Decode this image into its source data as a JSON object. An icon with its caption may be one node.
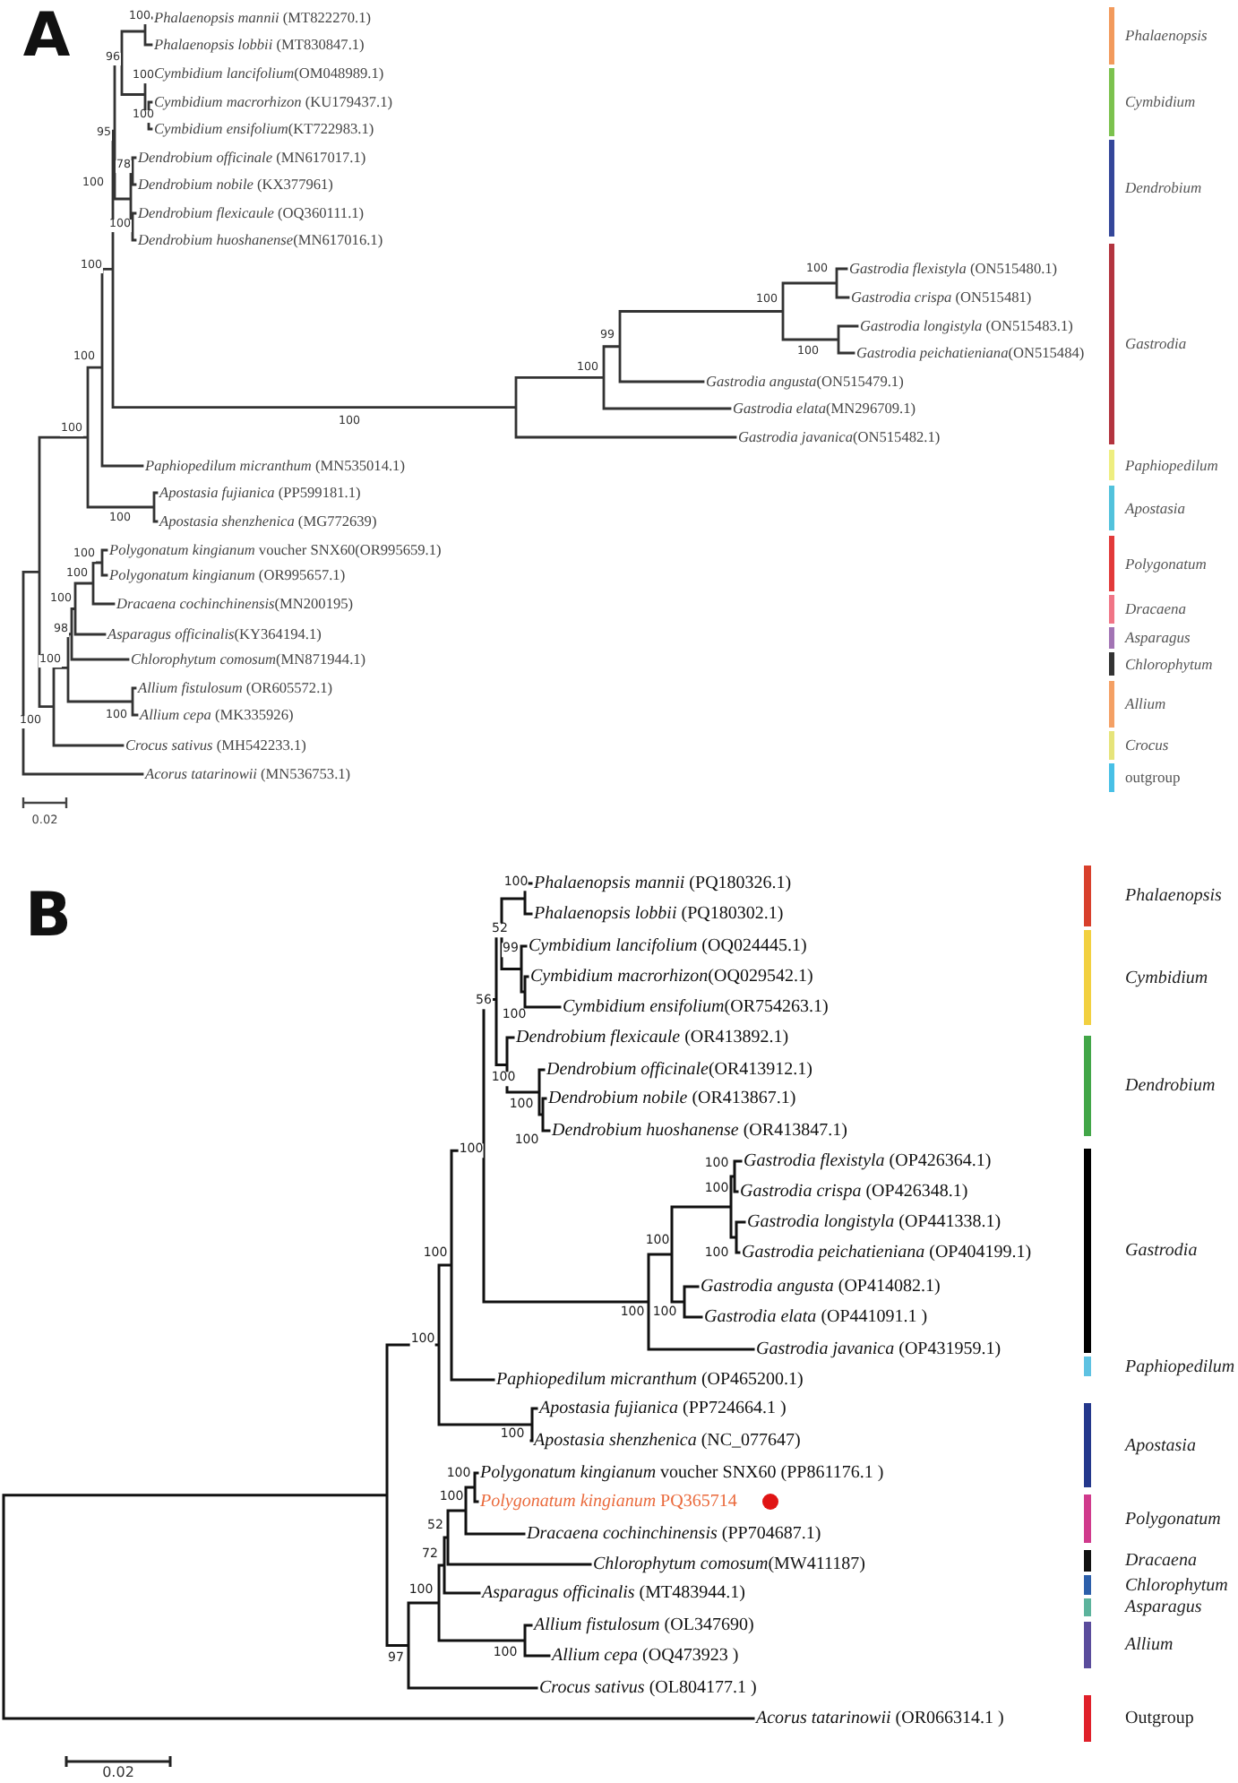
{
  "diagram": {
    "labels": [
      "A",
      "*Phalaenopsis mannii* (MT822270.1)",
      "*Phalaenopsis lobbii* (MT830847.1)",
      "*Cymbidium lancifolium*(OM048989.1)",
      "*Cymbidium macrorhizon* (KU179437.1)",
      "*Cymbidium ensifolium*(KT722983.1)",
      "*Dendrobium officinale* (MN617017.1)",
      "*Dendrobium nobile* (KX377961)",
      "*Dendrobium flexicaule* (OQ360111.1)",
      "*Dendrobium huoshanense*(MN617016.1)",
      "*Gastrodia flexistyla* (ON515480.1)",
      "*Gastrodia crispa* (ON515481)",
      "*Gastrodia longistyla* (ON515483.1)",
      "*Gastrodia peichatieniana*(ON515484)",
      "*Gastrodia angusta*(ON515479.1)",
      "*Gastrodia elata*(MN296709.1)",
      "*Gastrodia javanica*(ON515482.1)",
      "*Paphiopedilum micranthum* (MN535014.1)",
      "*Apostasia fujianica* (PP599181.1)",
      "*Apostasia shenzhenica* (MG772639)",
      "*Polygonatum kingianum* voucher SNX60(OR995659.1)",
      "*Polygonatum kingianum* (OR995657.1)",
      "*Dracaena cochinchinensis*(MN200195)",
      "*Asparagus officinalis*(KY364194.1)",
      "*Chlorophytum comosum*(MN871944.1)",
      "*Allium fistulosum* (OR605572.1)",
      "*Allium cepa* (MK335926)",
      "*Crocus sativus* (MH542233.1)",
      "*Acorus tatarinowii* (MN536753.1)",
      "100",
      "96",
      "100",
      "100",
      "95",
      "78",
      "100",
      "100",
      "100",
      "100",
      "100",
      "99",
      "100",
      "100",
      "100",
      "100",
      "100",
      "100",
      "100",
      "100",
      "100",
      "98",
      "100",
      "100",
      "100",
      "0.02",
      "B",
      "*Phalaenopsis mannii* (PQ180326.1)",
      "*Phalaenopsis lobbii* (PQ180302.1)",
      "*Cymbidium lancifolium* (OQ024445.1)",
      "*Cymbidium macrorhizon*(OQ029542.1)",
      "*Cymbidium ensifolium*(OR754263.1)",
      "*Dendrobium flexicaule* (OR413892.1)",
      "*Dendrobium officinale*(OR413912.1)",
      "*Dendrobium nobile* (OR413867.1)",
      "*Dendrobium huoshanense* (OR413847.1)",
      "*Gastrodia flexistyla* (OP426364.1)",
      "*Gastrodia crispa* (OP426348.1)",
      "*Gastrodia longistyla* (OP441338.1)",
      "*Gastrodia peichatieniana* (OP404199.1)",
      "*Gastrodia angusta* (OP414082.1)",
      "*Gastrodia elata* (OP441091.1 )",
      "*Gastrodia javanica* (OP431959.1)",
      "*Paphiopedilum micranthum* (OP465200.1)",
      "*Apostasia fujianica* (PP724664.1 )",
      "*Apostasia shenzhenica* (NC_077647)",
      "*Polygonatum kingianum* voucher SNX60 (PP861176.1 )",
      "*Polygonatum kingianum* PQ365714",
      "*Dracaena cochinchinensis* (PP704687.1)",
      "*Chlorophytum comosum*(MW411187)",
      "*Asparagus officinalis* (MT483944.1)",
      "*Allium fistulosum* (OL347690)",
      "*Allium cepa* (OQ473923 )",
      "*Crocus sativus* (OL804177.1 )",
      "*Acorus tatarinowii* (OR066314.1 )",
      "100",
      "52",
      "99",
      "56",
      "100",
      "100",
      "100",
      "100",
      "100",
      "100",
      "100",
      "100",
      "100",
      "100",
      "100",
      "100",
      "100",
      "100",
      "100",
      "100",
      "52",
      "72",
      "100",
      "100",
      "97",
      "0.02"
    ],
    "legend": [
      {
        "text": "Phalaenopsis",
        "color": "#f29a5c"
      },
      {
        "text": "Cymbidium",
        "color": "#7cc24e"
      },
      {
        "text": "Dendrobium",
        "color": "#34479a"
      },
      {
        "text": "Gastrodia",
        "color": "#b3343f"
      },
      {
        "text": "Paphiopedilum",
        "color": "#eeee80"
      },
      {
        "text": "Apostasia",
        "color": "#52c2dc"
      },
      {
        "text": "Polygonatum",
        "color": "#e23a3a"
      },
      {
        "text": "Dracaena",
        "color": "#f07586"
      },
      {
        "text": "Asparagus",
        "color": "#a274b4"
      },
      {
        "text": "Chlorophytum",
        "color": "#333333"
      },
      {
        "text": "Allium",
        "color": "#f4a064"
      },
      {
        "text": "Crocus",
        "color": "#e6e47a"
      },
      {
        "text": "outgroup",
        "color": "#48c0e6"
      },
      {
        "text": "Phalaenopsis",
        "color": "#d8402c"
      },
      {
        "text": "Cymbidium",
        "color": "#f2d040"
      },
      {
        "text": "Dendrobium",
        "color": "#42a648"
      },
      {
        "text": "Gastrodia",
        "color": "#000000"
      },
      {
        "text": "Paphiopedilum",
        "color": "#5ec2e2"
      },
      {
        "text": "Apostasia",
        "color": "#24388c"
      },
      {
        "text": "Polygonatum",
        "color": "#d03a8c"
      },
      {
        "text": "Dracaena",
        "color": "#111111"
      },
      {
        "text": "Chlorophytum",
        "color": "#2c5faa"
      },
      {
        "text": "Asparagus",
        "color": "#5cb39c"
      },
      {
        "text": "Allium",
        "color": "#5a4c9c"
      },
      {
        "text": "Outgroup",
        "color": "#e0202a"
      }
    ]
  }
}
